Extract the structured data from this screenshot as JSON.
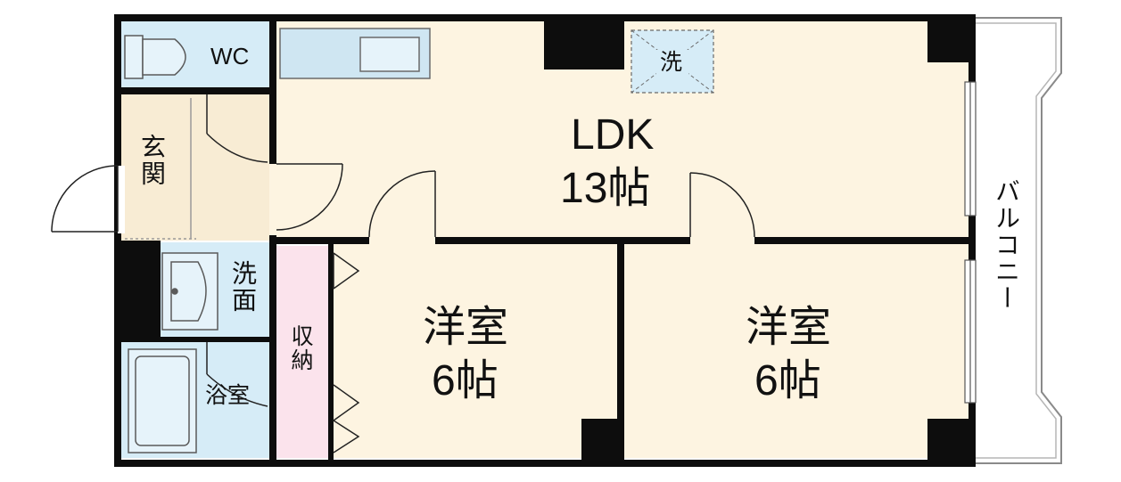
{
  "rooms": {
    "wc": "WC",
    "ldk": "LDK",
    "ldk_size": "13帖",
    "washer": "洗",
    "entrance": "玄関",
    "washroom": "洗面",
    "bath": "浴室",
    "closet": "収納",
    "western1": "洋室",
    "western1_size": "6帖",
    "western2": "洋室",
    "western2_size": "6帖",
    "balcony": "バルコニー"
  },
  "colors": {
    "wall": "#0d0d0d",
    "room_floor": "#fdf4e1",
    "wet_area": "#d6ecf7",
    "closet": "#fbe3ec",
    "entrance": "#f8ecd4"
  }
}
